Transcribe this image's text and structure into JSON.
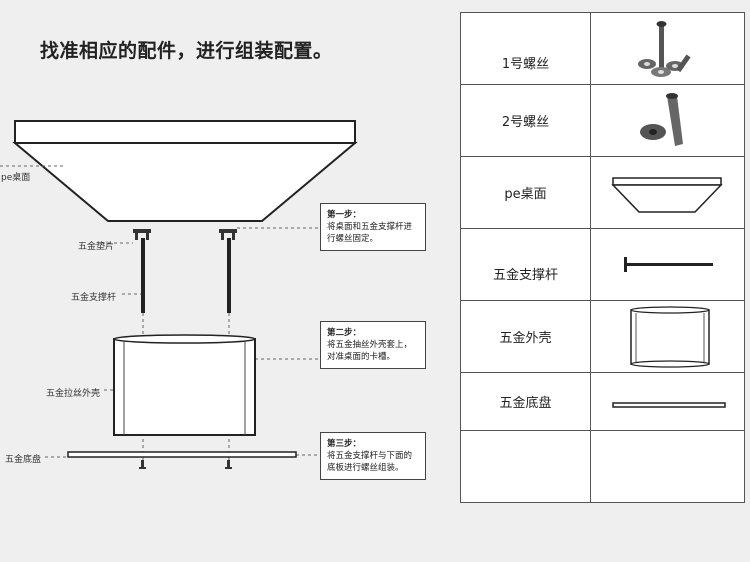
{
  "title": "找准相应的配件，进行组装配置。",
  "diagram": {
    "labels": {
      "pe_top": "pe桌面",
      "washer": "五金垫片",
      "rod": "五金支撑杆",
      "shell": "五金拉丝外壳",
      "base": "五金底盘"
    },
    "steps": [
      {
        "title": "第一步：",
        "lines": [
          "将桌面和五金支撑杆进",
          "行螺丝固定。"
        ]
      },
      {
        "title": "第二步：",
        "lines": [
          "将五金抽丝外壳套上，",
          "对准桌面的卡槽。"
        ]
      },
      {
        "title": "第三步：",
        "lines": [
          "将五金支撑杆与下面的",
          "底板进行螺丝组装。"
        ]
      }
    ]
  },
  "parts_table": {
    "rows": [
      {
        "name": "1号螺丝",
        "icon": "screw-set-icon"
      },
      {
        "name": "2号螺丝",
        "icon": "countersunk-screw-icon"
      },
      {
        "name": "pe桌面",
        "icon": "tabletop-icon"
      },
      {
        "name": "五金支撑杆",
        "icon": "support-rod-icon"
      },
      {
        "name": "五金外壳",
        "icon": "shell-icon"
      },
      {
        "name": "五金底盘",
        "icon": "base-plate-icon"
      },
      {
        "name": "",
        "icon": ""
      }
    ]
  }
}
